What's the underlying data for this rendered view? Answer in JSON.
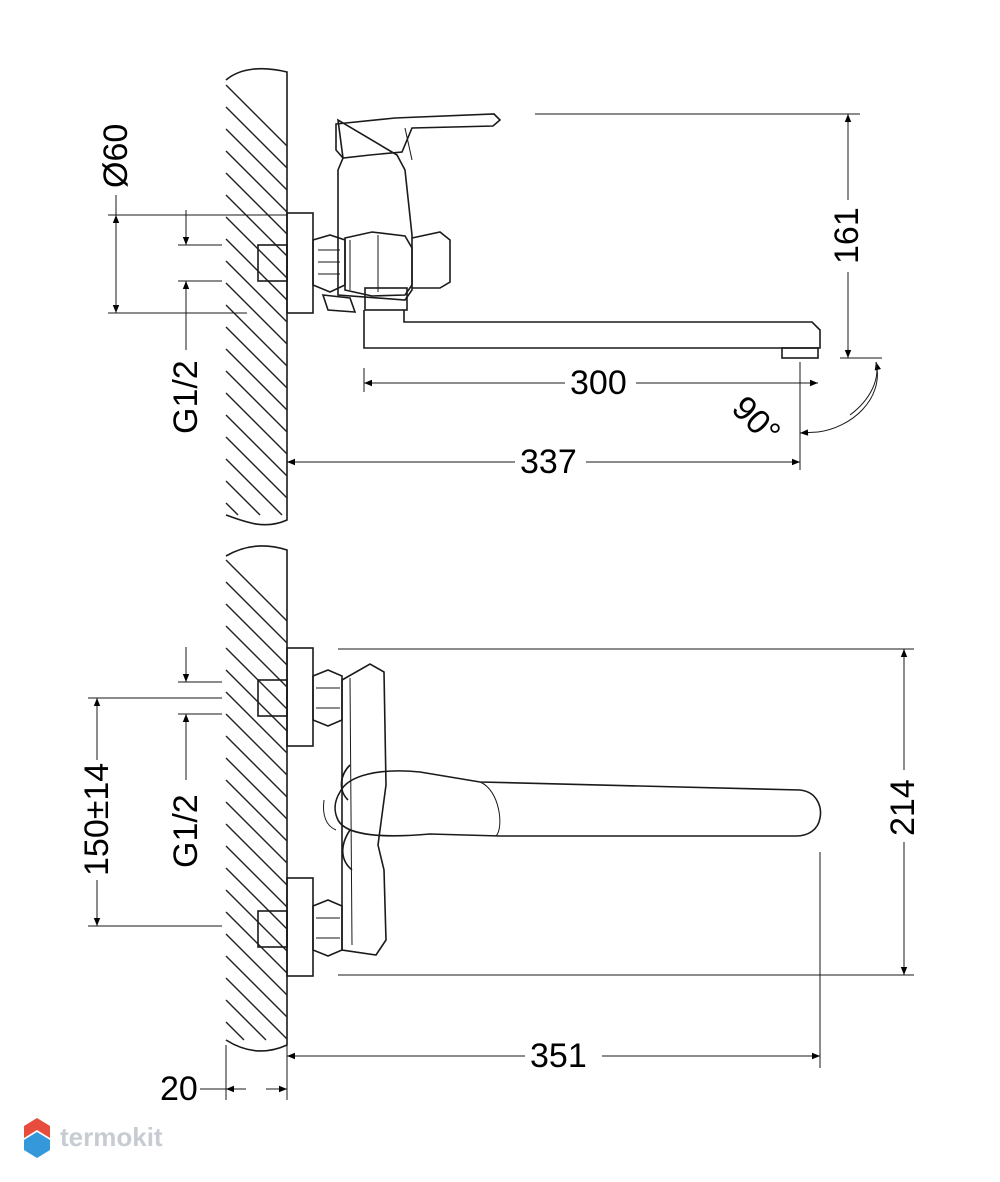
{
  "dimensions": {
    "diameter": "Ø60",
    "thread_top": "G1/2",
    "height_top": "161",
    "spout_length": "300",
    "rotation": "90°",
    "projection_top": "337",
    "thread_bottom": "G1/2",
    "center_distance": "150±14",
    "height_bottom": "214",
    "projection_bottom": "351",
    "wall_offset": "20"
  },
  "watermark": {
    "brand": "termokit",
    "logo_colors": [
      "#e74c3c",
      "#3498db"
    ]
  }
}
